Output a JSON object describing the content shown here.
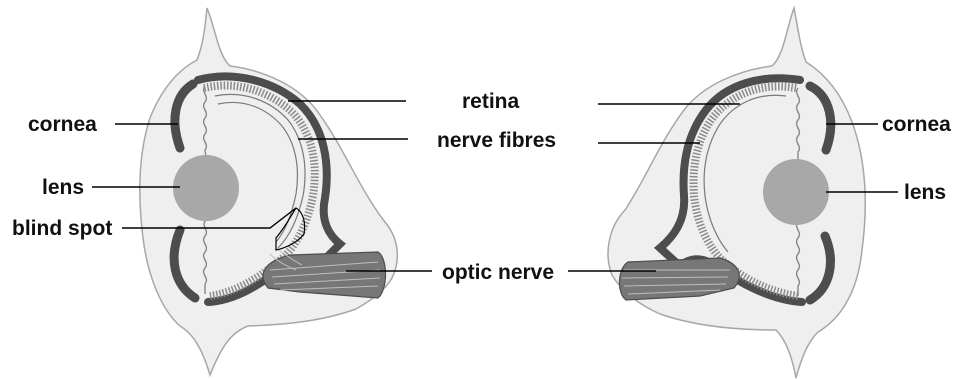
{
  "labels": {
    "left_cornea": "cornea",
    "left_lens": "lens",
    "blind_spot": "blind spot",
    "retina": "retina",
    "nerve_fibres": "nerve fibres",
    "optic_nerve": "optic nerve",
    "right_cornea": "cornea",
    "right_lens": "lens"
  },
  "colors": {
    "eyeball_fill": "#efefef",
    "outline": "#a7a7a7",
    "choroid": "#4d4d4d",
    "lens": "#a8a8a8",
    "fibres": "#7a7a7a",
    "leader_line": "#000000"
  }
}
